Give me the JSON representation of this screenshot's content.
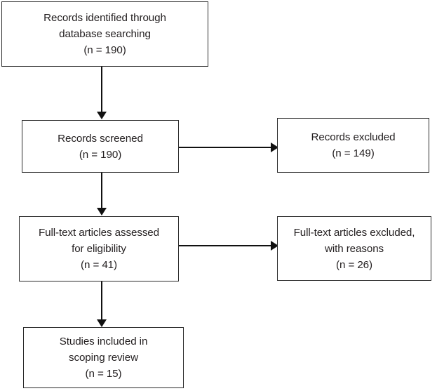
{
  "diagram": {
    "type": "prisma-flow-diagram",
    "colors": {
      "background": "#ffffff",
      "box_border": "#2b2b2b",
      "text": "#231f20",
      "connector": "#111111"
    },
    "nodes": [
      {
        "id": "records-identified",
        "lines": [
          "Records identified through",
          "database searching",
          "(n = 190)"
        ],
        "count": 190
      },
      {
        "id": "records-screened",
        "lines": [
          "Records screened",
          "(n = 190)"
        ],
        "count": 190
      },
      {
        "id": "records-excluded",
        "lines": [
          "Records excluded",
          "(n = 149)"
        ],
        "count": 149
      },
      {
        "id": "fulltext-assessed",
        "lines": [
          "Full-text articles assessed",
          "for eligibility",
          "(n = 41)"
        ],
        "count": 41
      },
      {
        "id": "fulltext-excluded",
        "lines": [
          "Full-text articles excluded,",
          "with reasons",
          "(n = 26)"
        ],
        "count": 26
      },
      {
        "id": "studies-included",
        "lines": [
          "Studies included in",
          "scoping review",
          "(n = 15)"
        ],
        "count": 15
      }
    ],
    "connectors": [
      {
        "id": "identified-to-screened",
        "direction": "down"
      },
      {
        "id": "screened-to-excluded",
        "direction": "right"
      },
      {
        "id": "screened-to-fulltext",
        "direction": "down"
      },
      {
        "id": "fulltext-to-excluded",
        "direction": "right"
      },
      {
        "id": "fulltext-to-included",
        "direction": "down"
      }
    ]
  }
}
